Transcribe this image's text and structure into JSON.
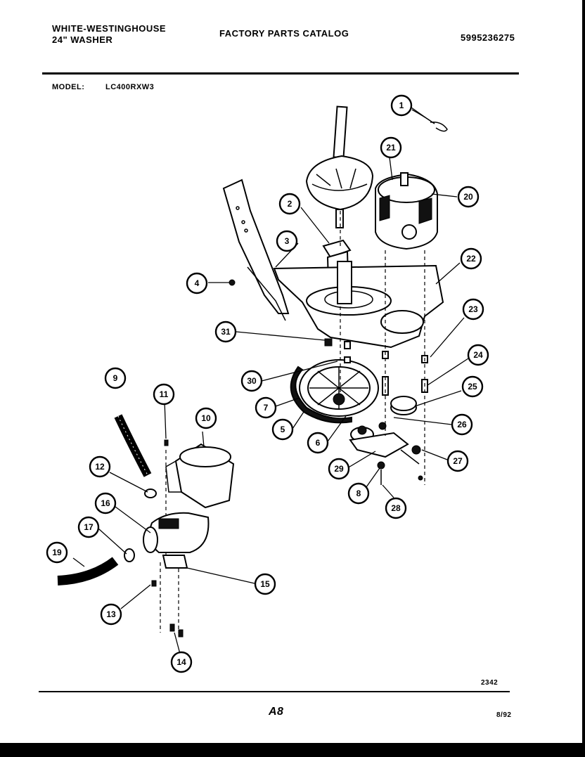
{
  "header": {
    "manufacturer": "WHITE-WESTINGHOUSE",
    "product": "24\" WASHER",
    "catalog_title": "FACTORY PARTS CATALOG",
    "catalog_number": "5995236275",
    "model_label": "MODEL:",
    "model_value": "LC400RXW3"
  },
  "footer": {
    "figure_number": "2342",
    "page_number": "A8",
    "date": "8/92"
  },
  "callouts": [
    "1",
    "2",
    "3",
    "4",
    "5",
    "6",
    "7",
    "8",
    "9",
    "10",
    "11",
    "12",
    "13",
    "14",
    "15",
    "16",
    "17",
    "19",
    "20",
    "21",
    "22",
    "23",
    "24",
    "25",
    "26",
    "27",
    "28",
    "29",
    "30",
    "31"
  ]
}
